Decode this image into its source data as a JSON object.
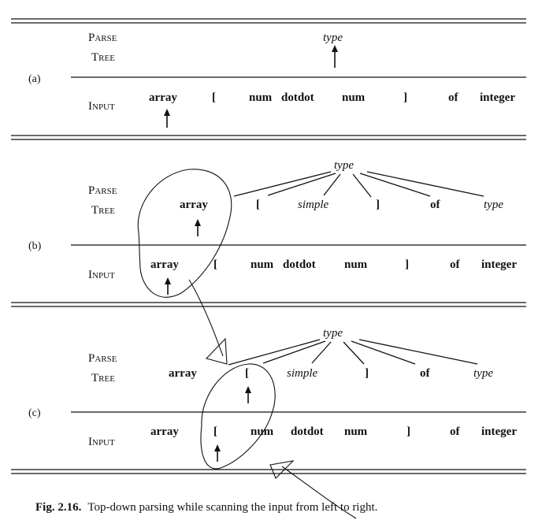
{
  "labels": {
    "parse_1": "P",
    "parse_2": "ARSE",
    "tree_1": "T",
    "tree_2": "REE",
    "input_1": "I",
    "input_2": "NPUT"
  },
  "input_tokens": [
    "array",
    "[",
    "num",
    "dotdot",
    "num",
    "]",
    "of",
    "integer"
  ],
  "panels": [
    {
      "tag": "(a)",
      "root": "type",
      "children": []
    },
    {
      "tag": "(b)",
      "root": "type",
      "children": [
        "array",
        "[",
        "simple",
        "]",
        "of",
        "type"
      ]
    },
    {
      "tag": "(c)",
      "root": "type",
      "children": [
        "array",
        "[",
        "simple",
        "]",
        "of",
        "type"
      ]
    }
  ],
  "caption": {
    "number": "Fig. 2.16.",
    "text": "Top-down parsing while scanning the input from left to right."
  }
}
